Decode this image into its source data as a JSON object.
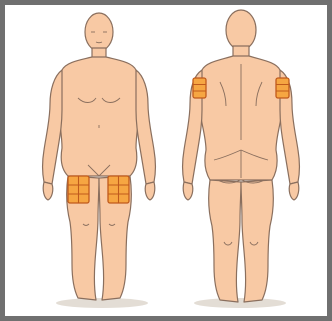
{
  "figure": {
    "views": [
      {
        "name": "front",
        "sites": [
          "left-thigh",
          "right-thigh"
        ]
      },
      {
        "name": "back",
        "sites": [
          "left-upper-arm",
          "right-upper-arm"
        ]
      }
    ]
  },
  "colors": {
    "frame": "#707070",
    "skin": "#f8c9a4",
    "skin_outline": "#8a6f5e",
    "site_fill": "#f6a642",
    "site_grid": "#c05a1c",
    "floor_shadow": "#e3ddd5"
  },
  "icons": [
    "injection-site-grid"
  ]
}
